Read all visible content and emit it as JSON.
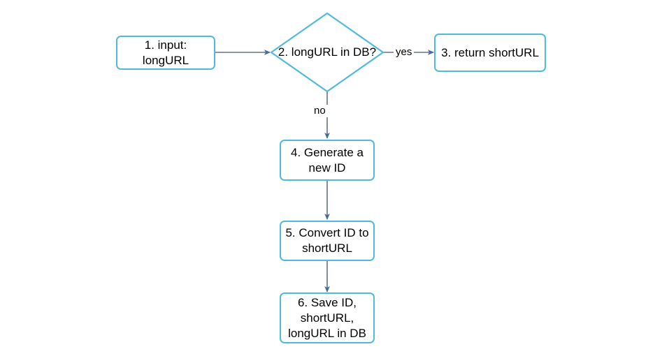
{
  "diagram": {
    "title": "URL shortener write-path flowchart",
    "background_color": "#ffffff",
    "node_border_color": "#4FB9DE",
    "node_fill_color": "#ffffff",
    "edge_line_color": "#66728A",
    "arrowhead_color": "#3C6EA5",
    "text_color": "#000000",
    "nodes": [
      {
        "id": "n1",
        "shape": "rounded-rect",
        "label": "1. input: longURL"
      },
      {
        "id": "n2",
        "shape": "diamond",
        "label": "2. longURL in DB?"
      },
      {
        "id": "n3",
        "shape": "rounded-rect",
        "label": "3. return shortURL"
      },
      {
        "id": "n4",
        "shape": "rounded-rect",
        "label": "4. Generate a\nnew ID"
      },
      {
        "id": "n5",
        "shape": "rounded-rect",
        "label": "5. Convert ID to\nshortURL"
      },
      {
        "id": "n6",
        "shape": "rounded-rect",
        "label": "6. Save ID,\nshortURL,\nlongURL in DB"
      }
    ],
    "edges": [
      {
        "id": "e1",
        "from": "n1",
        "to": "n2",
        "label": ""
      },
      {
        "id": "e2",
        "from": "n2",
        "to": "n3",
        "label": "yes"
      },
      {
        "id": "e3",
        "from": "n2",
        "to": "n4",
        "label": "no"
      },
      {
        "id": "e4",
        "from": "n4",
        "to": "n5",
        "label": ""
      },
      {
        "id": "e5",
        "from": "n5",
        "to": "n6",
        "label": ""
      }
    ]
  }
}
